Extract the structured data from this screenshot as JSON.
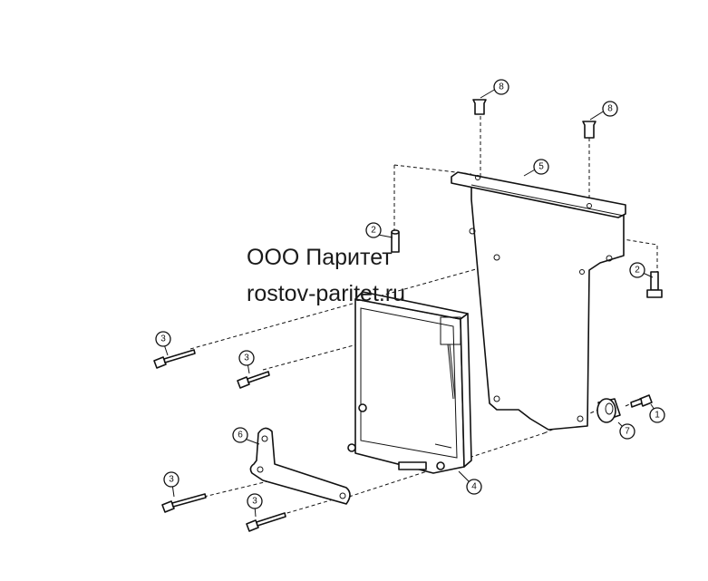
{
  "watermark": {
    "line1": "ООО Паритет",
    "line2": "rostov-paritet.ru"
  },
  "callouts": {
    "c1": "1",
    "c2a": "2",
    "c2b": "2",
    "c3a": "3",
    "c3b": "3",
    "c3c": "3",
    "c3d": "3",
    "c4": "4",
    "c5": "5",
    "c6": "6",
    "c7": "7",
    "c8a": "8",
    "c8b": "8"
  },
  "colors": {
    "line": "#111111",
    "background": "#ffffff"
  }
}
